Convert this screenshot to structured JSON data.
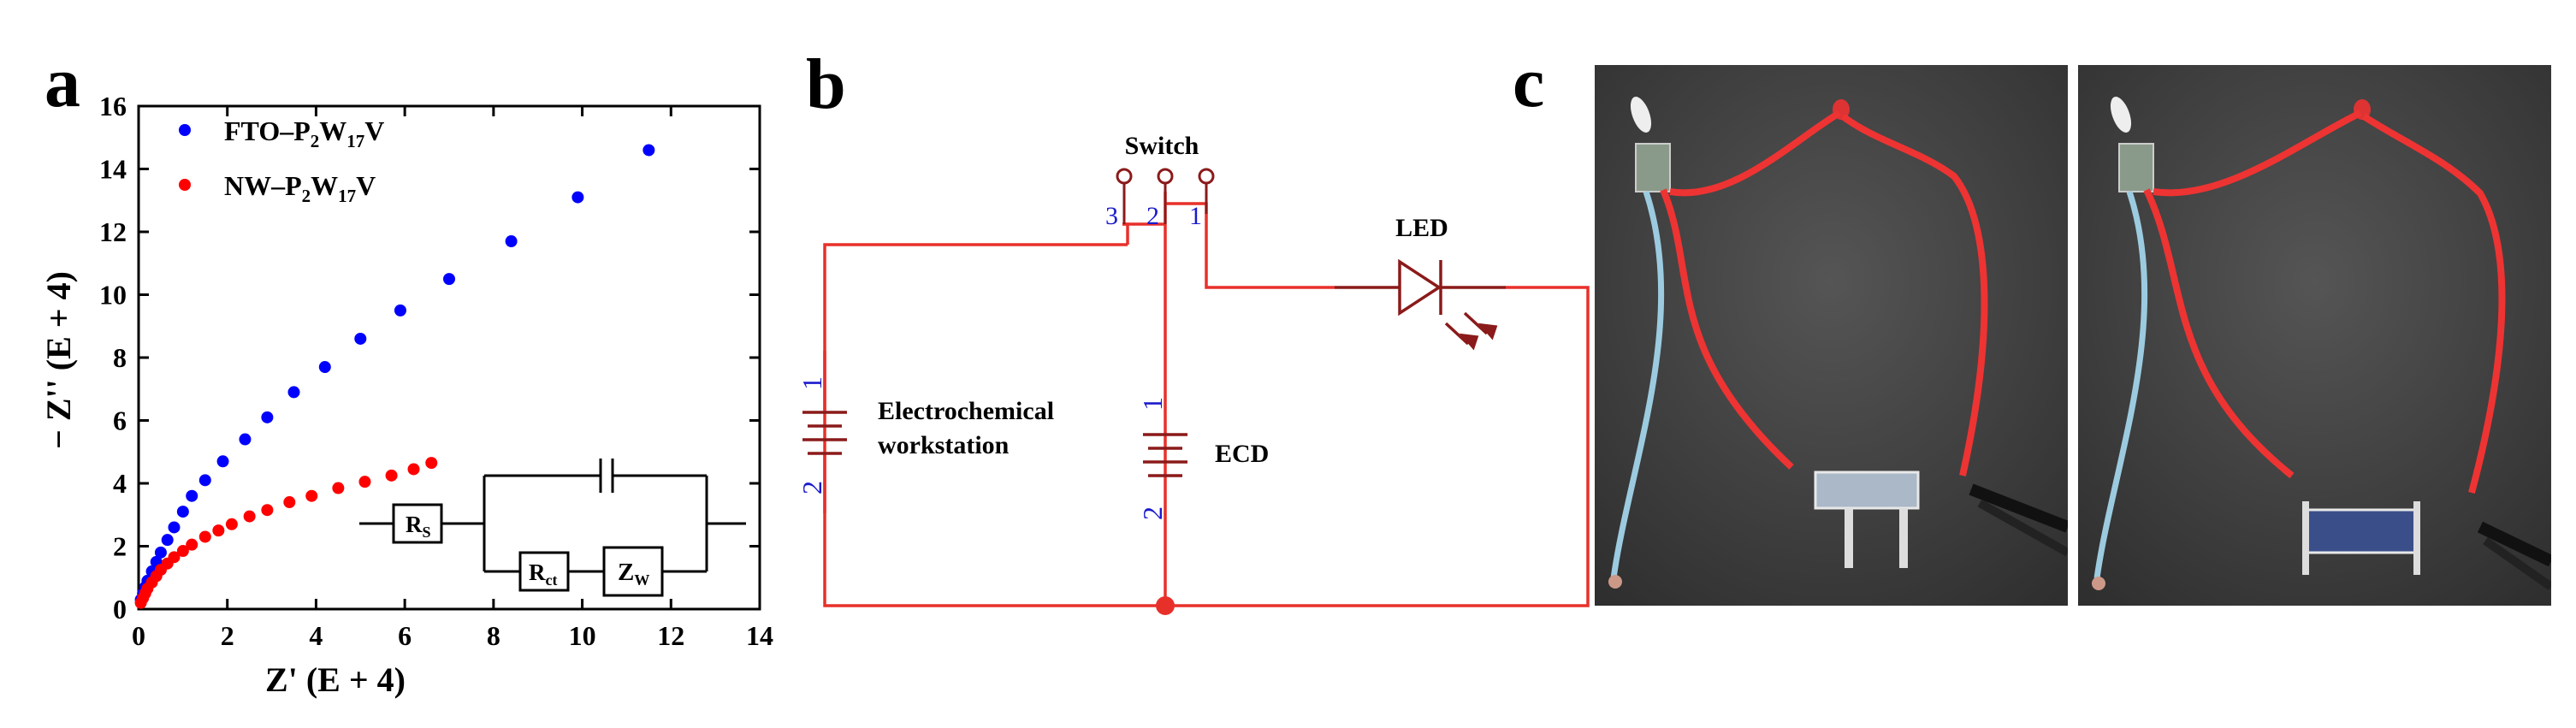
{
  "panels": {
    "a": "a",
    "b": "b",
    "c": "c"
  },
  "chart_data": {
    "type": "scatter",
    "xlabel": "Z' (E + 4)",
    "ylabel": "− Z'' (E + 4)",
    "xlim": [
      0,
      14
    ],
    "ylim": [
      0,
      16
    ],
    "xticks": [
      "0",
      "2",
      "4",
      "6",
      "8",
      "10",
      "12",
      "14"
    ],
    "yticks": [
      "0",
      "2",
      "4",
      "6",
      "8",
      "10",
      "12",
      "14",
      "16"
    ],
    "grid": false,
    "legend_position": "top-left",
    "series": [
      {
        "name": "FTO–P₂W₁₇V",
        "name_main": "FTO–P",
        "name_sub1": "2",
        "name_mid": "W",
        "name_sub2": "17",
        "name_end": "V",
        "color": "#0000ff",
        "x": [
          0.05,
          0.1,
          0.15,
          0.2,
          0.3,
          0.4,
          0.5,
          0.65,
          0.8,
          1.0,
          1.2,
          1.5,
          1.9,
          2.4,
          2.9,
          3.5,
          4.2,
          5.0,
          5.9,
          7.0,
          8.4,
          9.9,
          11.5
        ],
        "y": [
          0.3,
          0.5,
          0.7,
          0.9,
          1.2,
          1.5,
          1.8,
          2.2,
          2.6,
          3.1,
          3.6,
          4.1,
          4.7,
          5.4,
          6.1,
          6.9,
          7.7,
          8.6,
          9.5,
          10.5,
          11.7,
          13.1,
          14.6
        ]
      },
      {
        "name": "NW–P₂W₁₇V",
        "name_main": "NW–P",
        "name_sub1": "2",
        "name_mid": "W",
        "name_sub2": "17",
        "name_end": "V",
        "color": "#ff0000",
        "x": [
          0.05,
          0.1,
          0.15,
          0.2,
          0.3,
          0.4,
          0.5,
          0.65,
          0.8,
          1.0,
          1.2,
          1.5,
          1.8,
          2.1,
          2.5,
          2.9,
          3.4,
          3.9,
          4.5,
          5.1,
          5.7,
          6.2,
          6.6
        ],
        "y": [
          0.2,
          0.35,
          0.5,
          0.65,
          0.85,
          1.05,
          1.25,
          1.45,
          1.65,
          1.85,
          2.05,
          2.3,
          2.5,
          2.7,
          2.95,
          3.15,
          3.4,
          3.6,
          3.85,
          4.05,
          4.25,
          4.45,
          4.65
        ]
      }
    ],
    "inset": {
      "rs_main": "R",
      "rs_sub": "S",
      "rct_main": "R",
      "rct_sub": "ct",
      "zw_main": "Z",
      "zw_sub": "W"
    }
  },
  "circuit": {
    "switch_label": "Switch",
    "led_label": "LED",
    "ew_label_line1": "Electrochemical",
    "ew_label_line2": "workstation",
    "ecd_label": "ECD",
    "switch_pins": [
      "3",
      "2",
      "1"
    ],
    "ew_pins": [
      "1",
      "2"
    ],
    "ecd_pins": [
      "1",
      "2"
    ],
    "wire_color": "#e8302a",
    "component_color": "#8b1a1a",
    "pin_color": "#1a1acd"
  },
  "photos": {
    "count": 2,
    "device_colors": [
      "#aab8c8",
      "#3a4f8a"
    ]
  }
}
